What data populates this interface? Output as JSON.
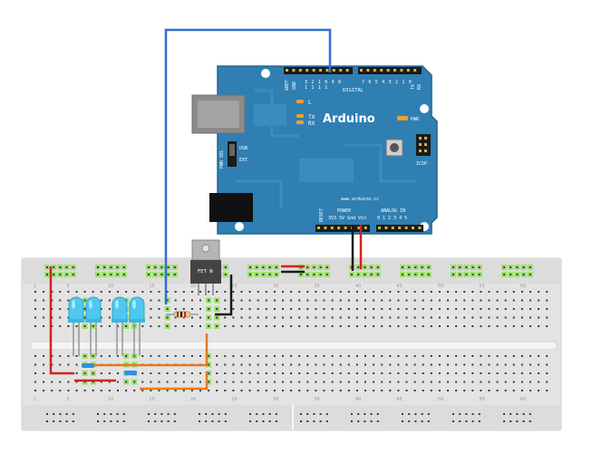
{
  "colors": {
    "board": "#2f7fb3",
    "board_edge": "#23648f",
    "breadboard": "#e3e3e3",
    "hole": "#3a3a3a",
    "highlight": "#9be06a",
    "wire_blue": "#2f6fd1",
    "wire_red": "#d0241c",
    "wire_black": "#1a1a1a",
    "wire_orange": "#e8781e",
    "led": "#4ec8f0",
    "usb": "#8a8a8a",
    "power_jack": "#111111",
    "fet": "#444444"
  },
  "arduino": {
    "brand": "Arduino",
    "url": "www.arduino.cc",
    "digital": "DIGITAL",
    "aref": "AREF",
    "gnd": "GND",
    "tx": "TX",
    "rx": "RX",
    "pin_top": [
      "1",
      "1",
      "1",
      "1"
    ],
    "pin_nums": [
      "3",
      "2",
      "1",
      "0",
      "9",
      "8",
      "7",
      "6",
      "5",
      "4",
      "3",
      "2",
      "1",
      "0"
    ],
    "led_l": "L",
    "led_tx": "TX",
    "led_rx": "RX",
    "pwr_led": "PWR",
    "pwr_sel": "PWR SEL",
    "usb_label": "USB",
    "ext_label": "EXT",
    "icsp": "ICSP",
    "reset": "RESET",
    "power_header": "POWER",
    "power_pins": "3V3 5V Gnd Vin",
    "analog_header": "ANALOG IN",
    "analog_pins": "0 1 2 3 4 5"
  },
  "fet": {
    "label": "FET N"
  },
  "breadboard": {
    "column_numbers": [
      "1",
      "5",
      "10",
      "15",
      "20",
      "25",
      "30",
      "35",
      "40",
      "45",
      "50",
      "55",
      "60"
    ]
  }
}
